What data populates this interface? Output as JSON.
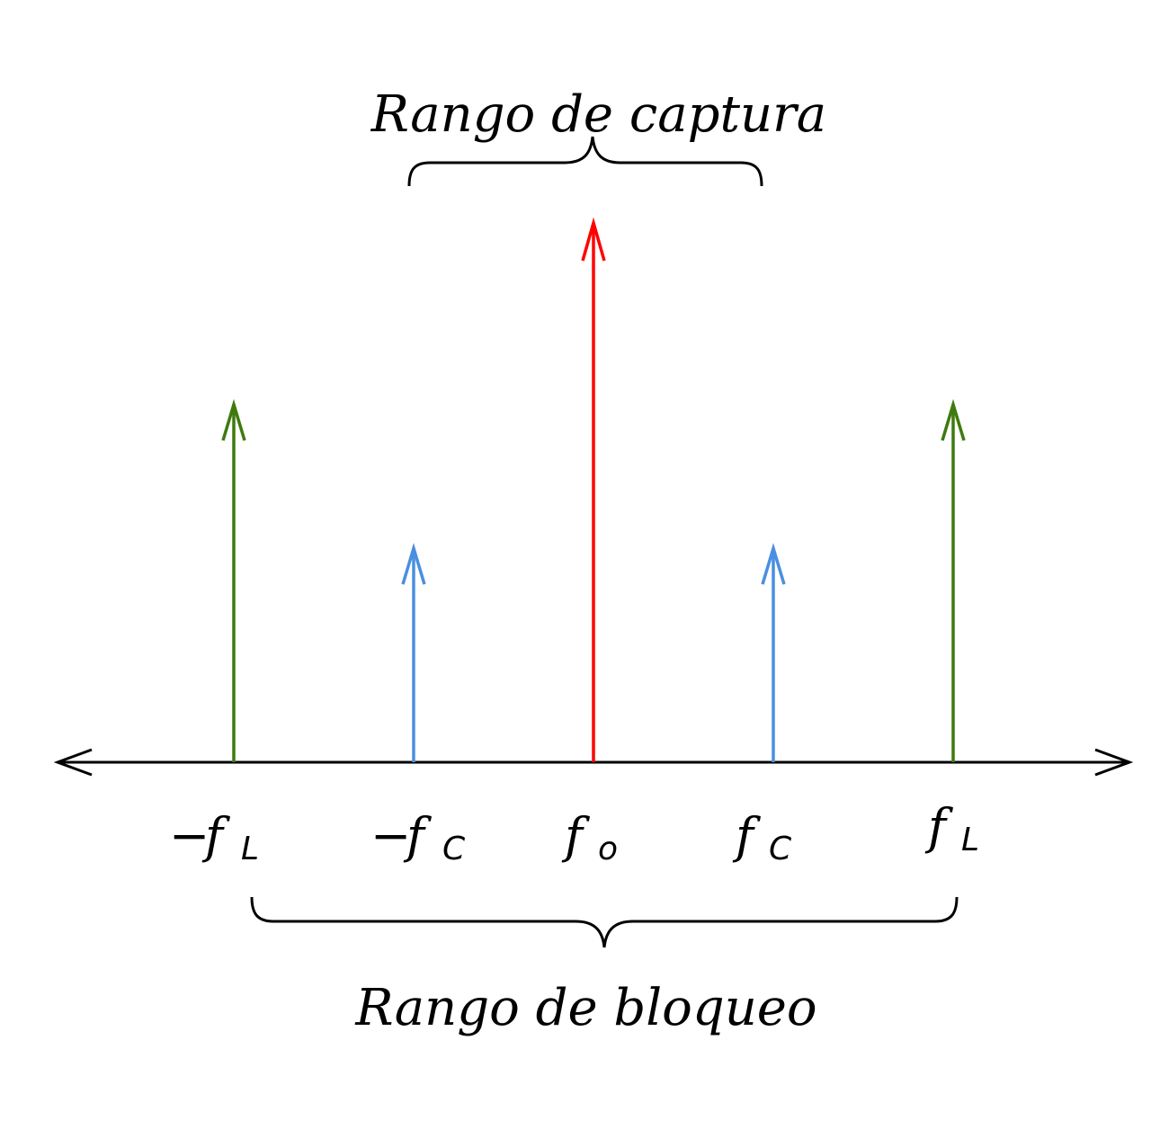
{
  "labels": {
    "capture_range": "Rango de captura",
    "lock_range": "Rango de bloqueo"
  },
  "ticks": [
    {
      "minus": "−",
      "base": "f",
      "sub": "L"
    },
    {
      "minus": "−",
      "base": "f",
      "sub": "C"
    },
    {
      "minus": "",
      "base": "f",
      "sub": "o"
    },
    {
      "minus": "",
      "base": "f",
      "sub": "C"
    },
    {
      "minus": "",
      "base": "f",
      "sub": "L"
    }
  ],
  "colors": {
    "axis": "#000000",
    "lock": "#3f7a0e",
    "capture": "#4a8fe0",
    "center": "#ff0000"
  }
}
